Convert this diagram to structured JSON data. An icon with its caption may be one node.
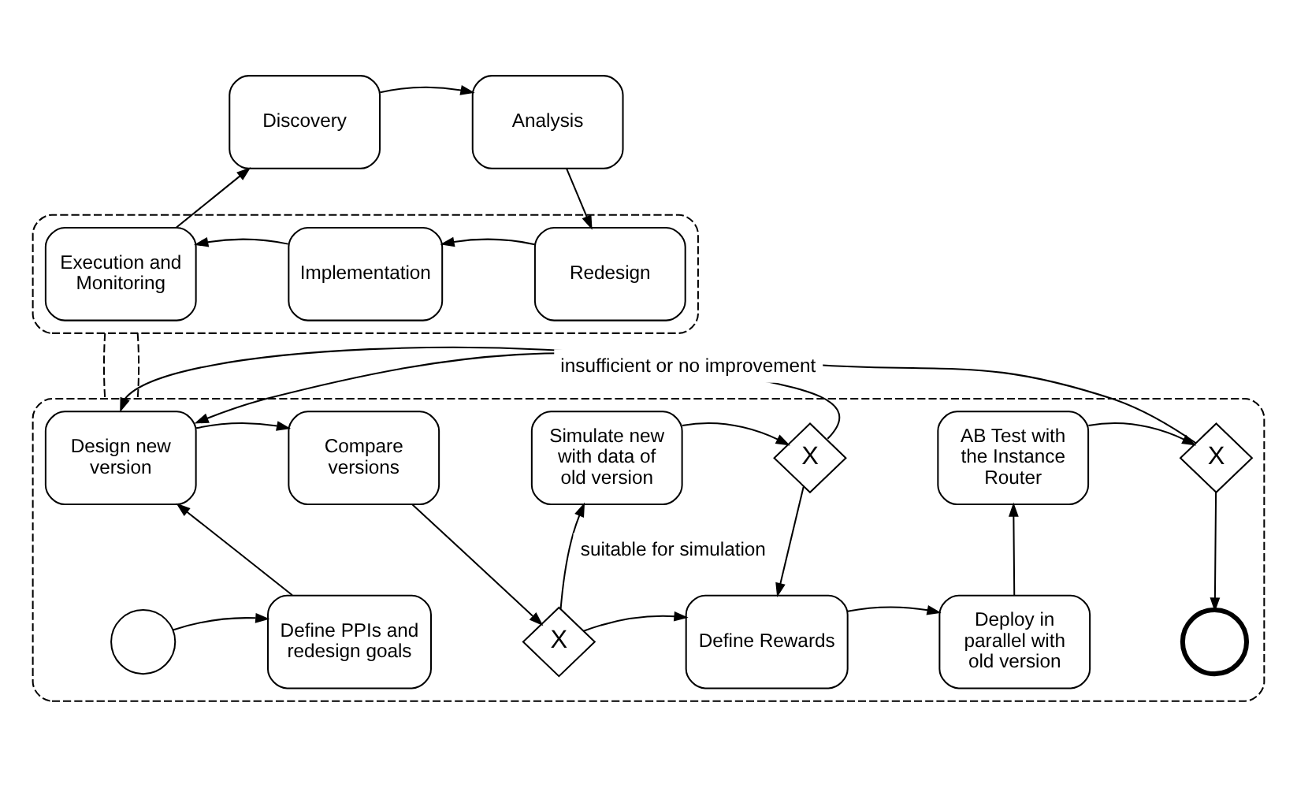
{
  "diagram": {
    "nodes": [
      {
        "text": [
          "Discovery"
        ]
      },
      {
        "text": [
          "Analysis"
        ]
      },
      {
        "text": [],
        "shape": "box"
      },
      {
        "text": [
          "Execution and Monitoring"
        ],
        "in": 2
      },
      {
        "text": [
          "Implementation"
        ],
        "in": 2
      },
      {
        "text": [
          "Redesign"
        ],
        "in": 2
      },
      {
        "text": [],
        "shape": "box"
      },
      {
        "text": [
          "Design new version"
        ],
        "in": 6
      },
      {
        "text": [
          "Compare versions"
        ],
        "in": 6
      },
      {
        "text": [
          "Simulate new with data of old version"
        ],
        "in": 6
      },
      {
        "text": [
          "X"
        ],
        "in": 6
      },
      {
        "text": [
          "AB Test with the Instance Router"
        ],
        "in": 6
      },
      {
        "text": [
          "X"
        ],
        "in": 6
      },
      {
        "text": [],
        "shape": "circle",
        "in": 6
      },
      {
        "text": [
          "Define PPIs and redesign goals"
        ],
        "in": 6
      },
      {
        "text": [
          "X"
        ],
        "in": 6
      },
      {
        "text": [
          "Define Rewards"
        ],
        "in": 6
      },
      {
        "text": [
          "Deploy in parallel with old version"
        ],
        "in": 6
      },
      {
        "text": [],
        "shape": "circle",
        "in": 6
      }
    ],
    "edges": [
      {
        "from": 3,
        "to": 0,
        "arrow": "to"
      },
      {
        "from": 0,
        "to": 1,
        "arrow": "to"
      },
      {
        "from": 1,
        "to": 5,
        "arrow": "to"
      },
      {
        "from": 5,
        "to": 4,
        "arrow": "to"
      },
      {
        "from": 4,
        "to": 3,
        "arrow": "to"
      },
      {
        "from": 2,
        "to": 6,
        "arrow": "none",
        "style": "dashed"
      },
      {
        "from": 2,
        "to": 6,
        "arrow": "none",
        "style": "dashed"
      },
      {
        "from": 13,
        "to": 14,
        "arrow": "to"
      },
      {
        "from": 14,
        "to": 7,
        "arrow": "to"
      },
      {
        "from": 7,
        "to": 8,
        "arrow": "to"
      },
      {
        "from": 8,
        "to": 15,
        "arrow": "to"
      },
      {
        "from": 15,
        "to": 9,
        "arrow": "to",
        "label": "suitable for simulation"
      },
      {
        "from": 15,
        "to": 16,
        "arrow": "to"
      },
      {
        "from": 9,
        "to": 10,
        "arrow": "to"
      },
      {
        "from": 10,
        "to": 7,
        "arrow": "to"
      },
      {
        "from": 10,
        "to": 16,
        "arrow": "to"
      },
      {
        "from": 16,
        "to": 17,
        "arrow": "to"
      },
      {
        "from": 17,
        "to": 11,
        "arrow": "to"
      },
      {
        "from": 11,
        "to": 12,
        "arrow": "to"
      },
      {
        "from": 12,
        "to": 7,
        "arrow": "to",
        "label": "insufficient or no improvement"
      },
      {
        "from": 12,
        "to": 18,
        "arrow": "to"
      }
    ]
  }
}
